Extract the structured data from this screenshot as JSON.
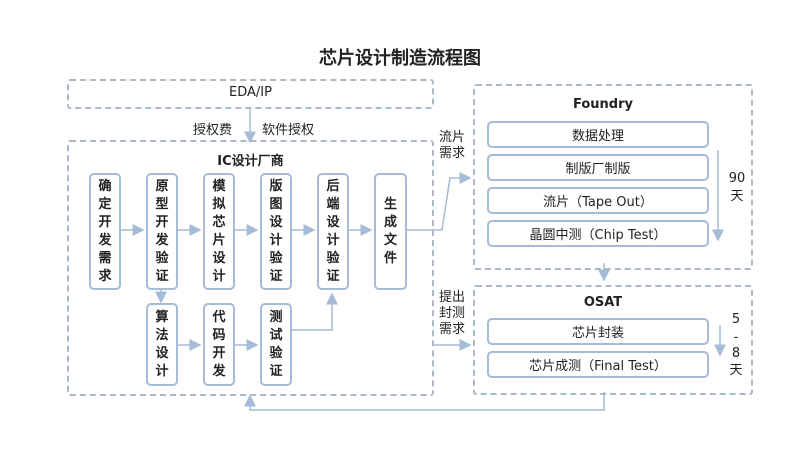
{
  "title": "芯片设计制造流程图",
  "eda": {
    "label": "EDA/IP"
  },
  "fees": {
    "license_fee": "授权费",
    "software_license": "软件授权"
  },
  "ic": {
    "label": "IC设计厂商",
    "top_steps": [
      "确定开发需求",
      "原型开发验证",
      "模拟芯片设计",
      "版图设计验证",
      "后端设计验证",
      "生成文件"
    ],
    "bottom_steps": [
      "算法设计",
      "代码开发",
      "测试验证"
    ]
  },
  "foundry": {
    "label": "Foundry",
    "steps": [
      "数据处理",
      "制版厂制版",
      "流片（Tape Out）",
      "晶圆中测（Chip Test）"
    ],
    "duration": "90天"
  },
  "osat": {
    "label": "OSAT",
    "steps": [
      "芯片封装",
      "芯片成测（Final Test）"
    ],
    "duration_top": "5",
    "duration_dash": "-",
    "duration_bottom": "8天"
  },
  "flows": {
    "tapeout_request": "流片需求",
    "packaging_request": "提出封测需求"
  }
}
